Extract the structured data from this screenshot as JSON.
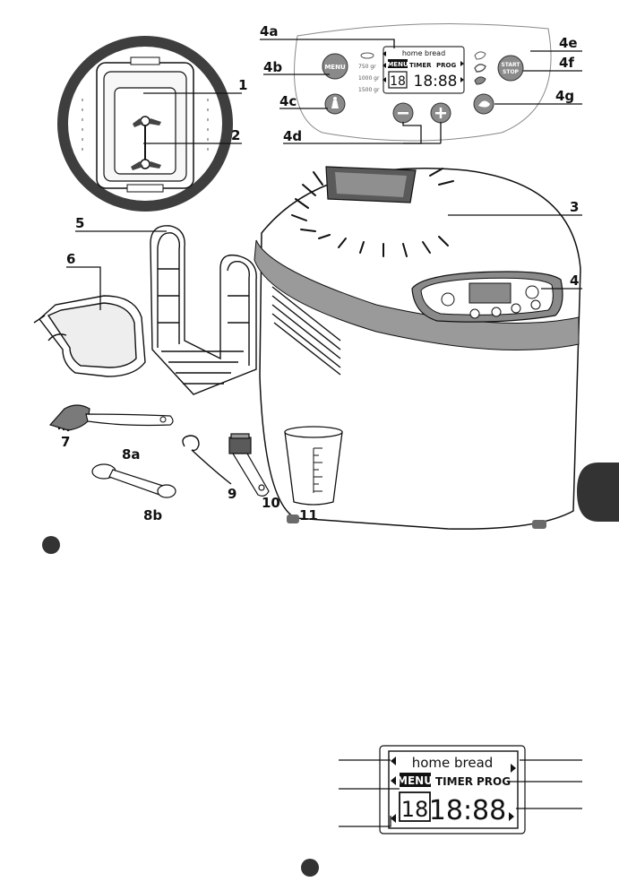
{
  "labels": {
    "l1": "1",
    "l2": "2",
    "l3": "3",
    "l4": "4",
    "l4a": "4a",
    "l4b": "4b",
    "l4c": "4c",
    "l4d": "4d",
    "l4e": "4e",
    "l4f": "4f",
    "l4g": "4g",
    "l5": "5",
    "l6": "6",
    "l7": "7",
    "l8a": "8a",
    "l8b": "8b",
    "l9": "9",
    "l10": "10",
    "l11": "11"
  },
  "panel": {
    "menu_button": "MENU",
    "start_stop_line1": "START",
    "start_stop_line2": "STOP",
    "weight_750": "750 gr",
    "weight_1000": "1000 gr",
    "weight_1500": "1500 gr"
  },
  "lcd": {
    "brand": "home bread",
    "menu": "MENU",
    "timer": "TIMER",
    "prog": "PROG",
    "program_digits": "18",
    "time_digits": "18:88"
  },
  "colors": {
    "panel_button": "#8a8a8a",
    "dark_grey": "#4a4a4a",
    "light_grey": "#cfcfcf"
  }
}
